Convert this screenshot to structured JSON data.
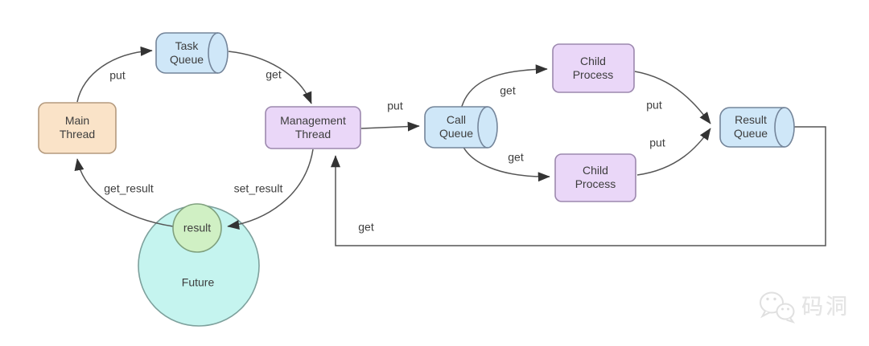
{
  "diagram": {
    "nodes": {
      "main_thread": {
        "line1": "Main",
        "line2": "Thread"
      },
      "task_queue": {
        "line1": "Task",
        "line2": "Queue"
      },
      "management_thread": {
        "line1": "Management",
        "line2": "Thread"
      },
      "call_queue": {
        "line1": "Call",
        "line2": "Queue"
      },
      "child_process_top": {
        "line1": "Child",
        "line2": "Process"
      },
      "child_process_bottom": {
        "line1": "Child",
        "line2": "Process"
      },
      "result_queue": {
        "line1": "Result",
        "line2": "Queue"
      },
      "future": {
        "label": "Future"
      },
      "result": {
        "label": "result"
      }
    },
    "edge_labels": {
      "put_main_to_task": "put",
      "get_task_to_management": "get",
      "put_management_to_call": "put",
      "get_call_to_child_top": "get",
      "get_call_to_child_bottom": "get",
      "put_child_top_to_result": "put",
      "put_child_bottom_to_result": "put",
      "get_result_queue_to_management": "get",
      "get_result": "get_result",
      "set_result": "set_result"
    },
    "colors": {
      "main_thread_fill": "#fae3c8",
      "queue_fill": "#cfe7f8",
      "process_fill": "#ead7f8",
      "future_fill": "#c5f4ef",
      "result_fill": "#d0f0c4",
      "edge_stroke": "#555555",
      "text": "#3d3d3d"
    }
  },
  "watermark": {
    "text": "码洞",
    "icon": "wechat-logo-icon"
  }
}
